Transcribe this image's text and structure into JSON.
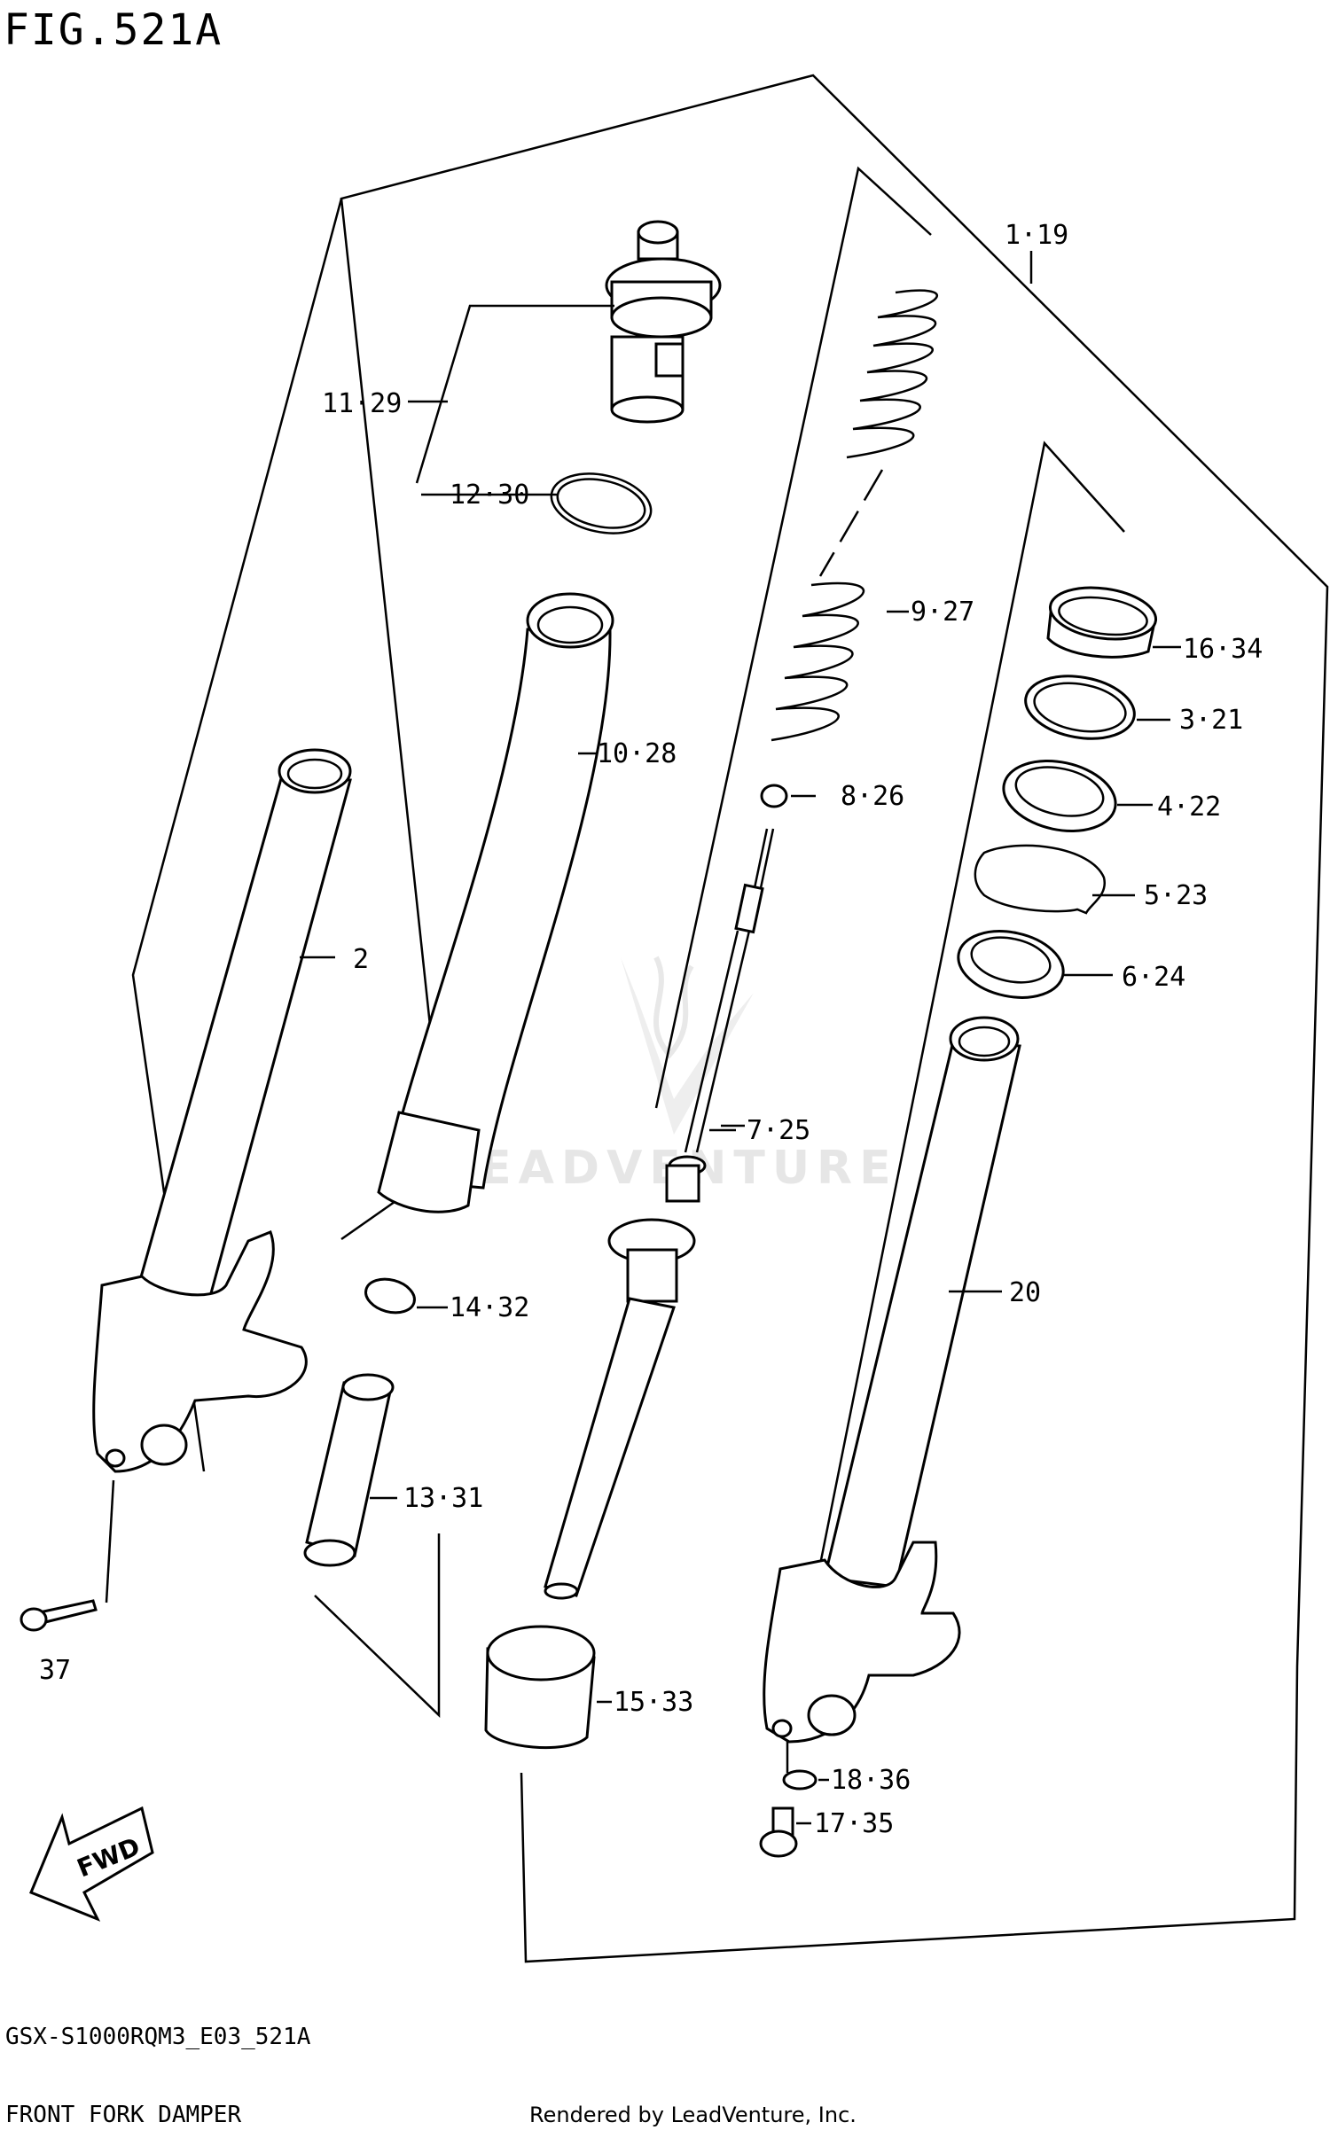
{
  "figure": {
    "title": "FIG.521A",
    "code": "GSX-S1000RQM3_E03_521A",
    "name": "FRONT FORK DAMPER",
    "rendered_by": "Rendered by LeadVenture, Inc.",
    "watermark": "LEADVENTURE",
    "direction_badge": "FWD"
  },
  "callouts": [
    {
      "id": "1-19",
      "text": "1·19"
    },
    {
      "id": "2",
      "text": "2"
    },
    {
      "id": "3-21",
      "text": "3·21"
    },
    {
      "id": "4-22",
      "text": "4·22"
    },
    {
      "id": "5-23",
      "text": "5·23"
    },
    {
      "id": "6-24",
      "text": "6·24"
    },
    {
      "id": "7-25",
      "text": "7·25"
    },
    {
      "id": "8-26",
      "text": "8·26"
    },
    {
      "id": "9-27",
      "text": "9·27"
    },
    {
      "id": "10-28",
      "text": "10·28"
    },
    {
      "id": "11-29",
      "text": "11·29"
    },
    {
      "id": "12-30",
      "text": "12·30"
    },
    {
      "id": "13-31",
      "text": "13·31"
    },
    {
      "id": "14-32",
      "text": "14·32"
    },
    {
      "id": "15-33",
      "text": "15·33"
    },
    {
      "id": "16-34",
      "text": "16·34"
    },
    {
      "id": "17-35",
      "text": "17·35"
    },
    {
      "id": "18-36",
      "text": "18·36"
    },
    {
      "id": "20",
      "text": "20"
    },
    {
      "id": "37",
      "text": "37"
    }
  ]
}
